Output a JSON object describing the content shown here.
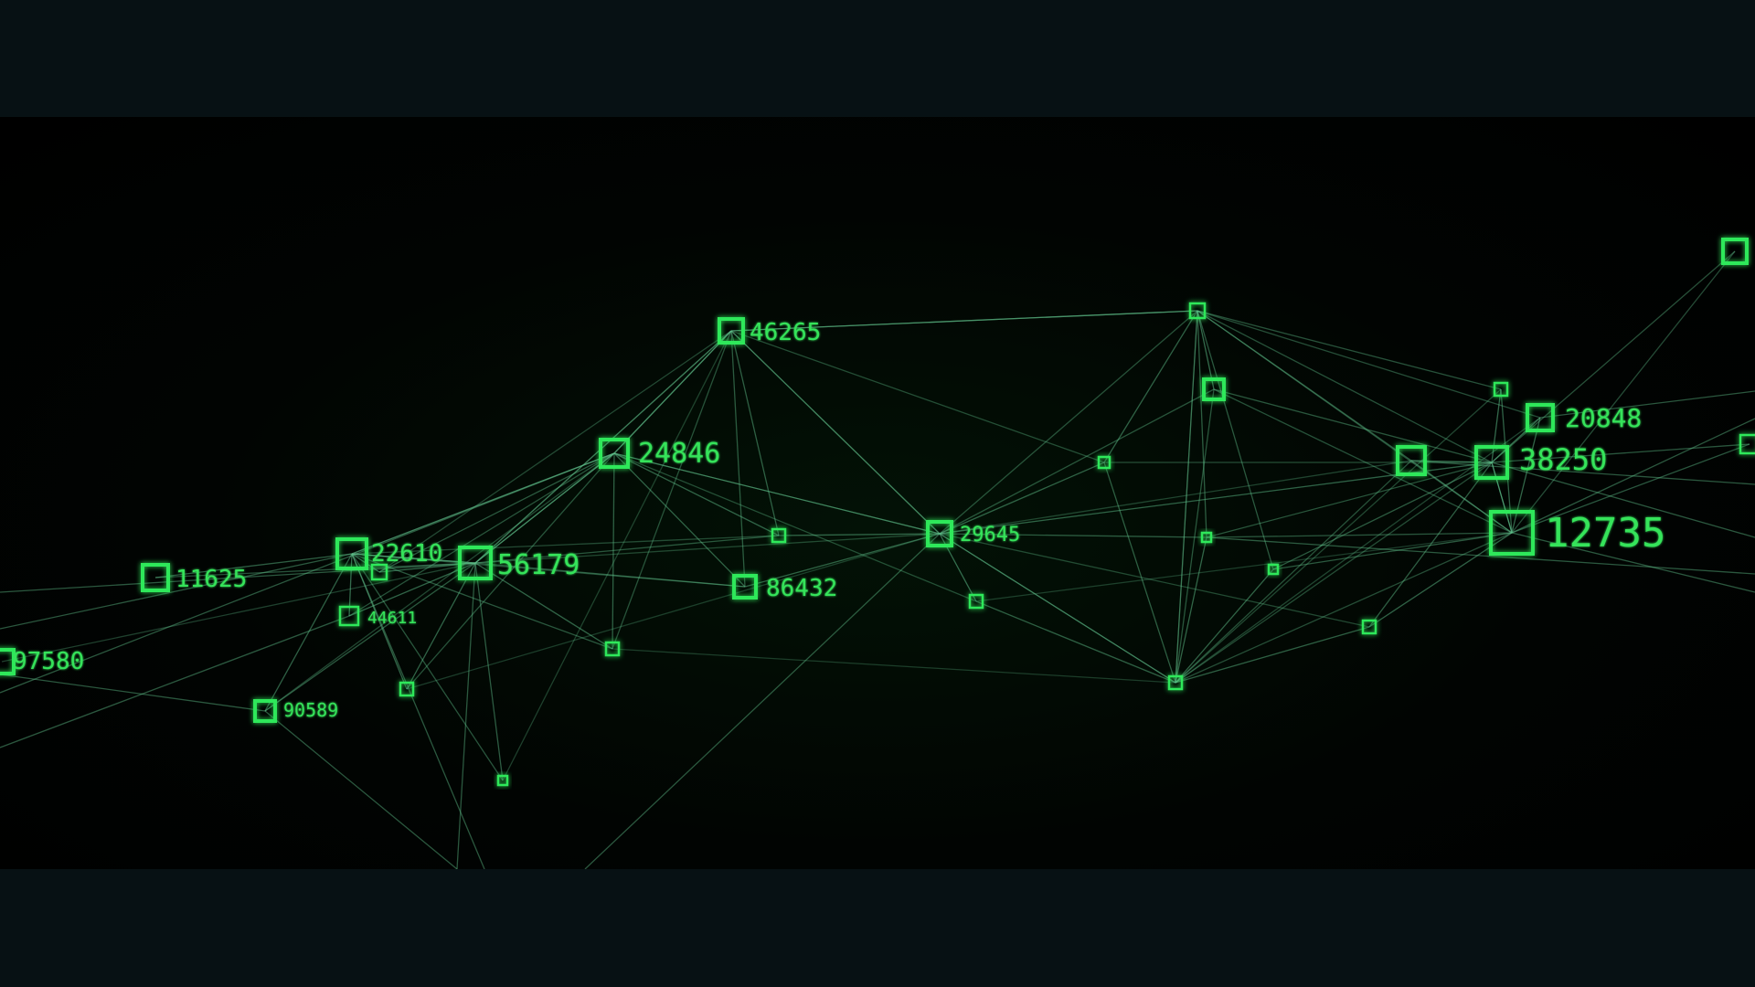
{
  "colors": {
    "background": "#000000",
    "letterbox": "#071114",
    "node": "#2ee85a",
    "edge": "#5fbf8a"
  },
  "labels": {
    "n_top_left": "46265",
    "n_upper_mid": "24846",
    "n_left_1": "11625",
    "n_left_2": "22610",
    "n_left_3": "56179",
    "n_left_4": "44611",
    "n_edge_left": "97580",
    "n_mid_low": "86432",
    "n_center": "29645",
    "n_lower_left": "90589",
    "n_right_1": "20848",
    "n_right_2": "38250",
    "n_right_big": "12735"
  }
}
